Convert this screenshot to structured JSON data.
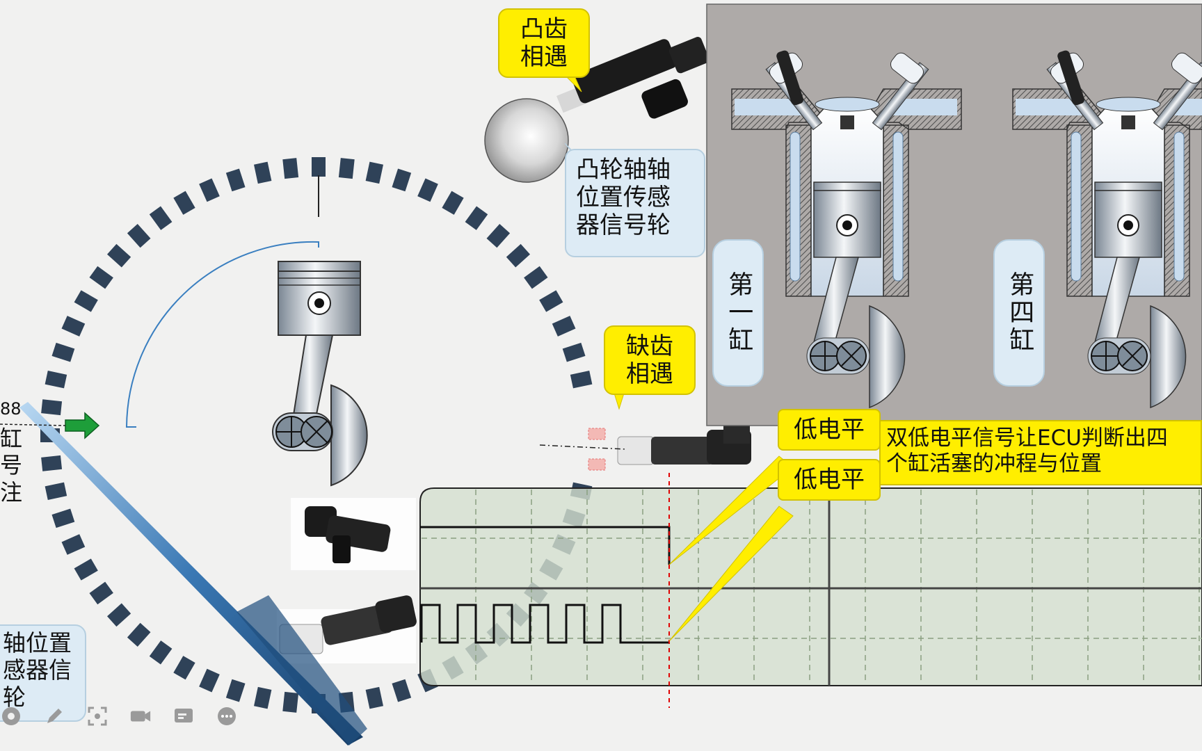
{
  "labels": {
    "cam_tooth_meet": "凸齿\n相遇",
    "camshaft_wheel": "凸轮轴轴\n位置传感\n器信号轮",
    "missing_tooth_meet": "缺齿\n相遇",
    "cylinder1": "第一缸",
    "cylinder4": "第四缸",
    "low_level_1": "低电平",
    "low_level_2": "低电平",
    "ecu_note": "双低电平信号让ECU判断出四\n个缸活塞的冲程与位置",
    "left_partial_top": "88",
    "left_partial_chars": "缸\n号\n注",
    "left_bubble": "轴位置\n感器信\n轮"
  },
  "toolbar": {
    "items": [
      {
        "name": "record-icon"
      },
      {
        "name": "pen-icon"
      },
      {
        "name": "screenshot-icon"
      },
      {
        "name": "camera-icon"
      },
      {
        "name": "subtitle-icon"
      },
      {
        "name": "more-icon"
      }
    ]
  },
  "signals": {
    "cam_signal": "single step high→low",
    "crank_signal_pulses": 6
  },
  "colors": {
    "tooth": "#2f4258",
    "callout_yellow": "#ffee00",
    "callout_blue": "#ddebf5",
    "scope_bg": "#d5e0cf",
    "cylinder_bg": "#aeaaa8",
    "guide_blue": "#3a7fc0",
    "red_dash": "#e00000"
  }
}
